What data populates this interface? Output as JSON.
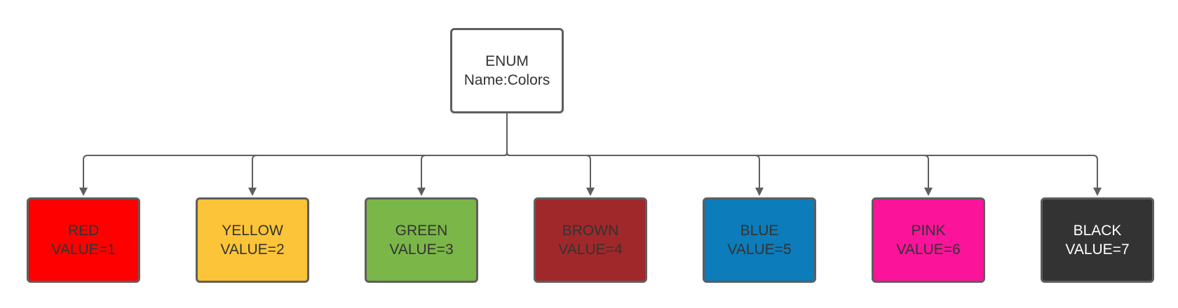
{
  "diagram": {
    "root": {
      "title": "ENUM",
      "subtitle": "Name:Colors"
    },
    "children": [
      {
        "name": "RED",
        "value": "VALUE=1",
        "fill": "#ff0000",
        "text_color": "#333333"
      },
      {
        "name": "YELLOW",
        "value": "VALUE=2",
        "fill": "#fcc438",
        "text_color": "#333333"
      },
      {
        "name": "GREEN",
        "value": "VALUE=3",
        "fill": "#7ab648",
        "text_color": "#333333"
      },
      {
        "name": "BROWN",
        "value": "VALUE=4",
        "fill": "#a1282a",
        "text_color": "#333333"
      },
      {
        "name": "BLUE",
        "value": "VALUE=5",
        "fill": "#0c7cba",
        "text_color": "#333333"
      },
      {
        "name": "PINK",
        "value": "VALUE=6",
        "fill": "#fb139a",
        "text_color": "#333333"
      },
      {
        "name": "BLACK",
        "value": "VALUE=7",
        "fill": "#333333",
        "text_color": "#ffffff"
      }
    ],
    "colors": {
      "border": "#5e5e5e",
      "connector": "#5e5e5e"
    }
  }
}
